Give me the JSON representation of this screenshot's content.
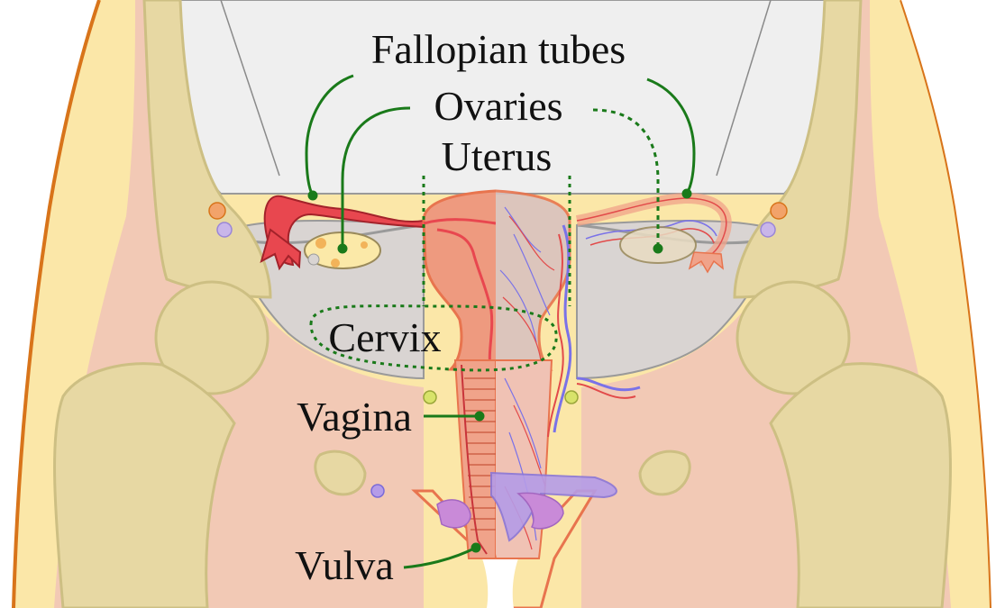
{
  "labels": {
    "fallopian_tubes": "Fallopian tubes",
    "ovaries": "Ovaries",
    "uterus": "Uterus",
    "cervix": "Cervix",
    "vagina": "Vagina",
    "vulva": "Vulva"
  },
  "colors": {
    "background": "#ffffff",
    "skin": "#fbe7a8",
    "skin_edge": "#d8741a",
    "muscle": "#f2c9b5",
    "bone": "#e7d8a3",
    "bone_edge": "#cdbf83",
    "peritoneum": "#efefef",
    "ligament": "#d9d4d2",
    "uterus": "#ee9a7f",
    "uterus_edge": "#e8744e",
    "tube": "#e8474f",
    "ovary": "#fbe9a8",
    "vessel_red": "#e24a4a",
    "vessel_blue": "#7a72e8",
    "bladder": "#b59ce8",
    "leader": "#1a7a1a",
    "outline_dotted": "#1a7a1a"
  }
}
